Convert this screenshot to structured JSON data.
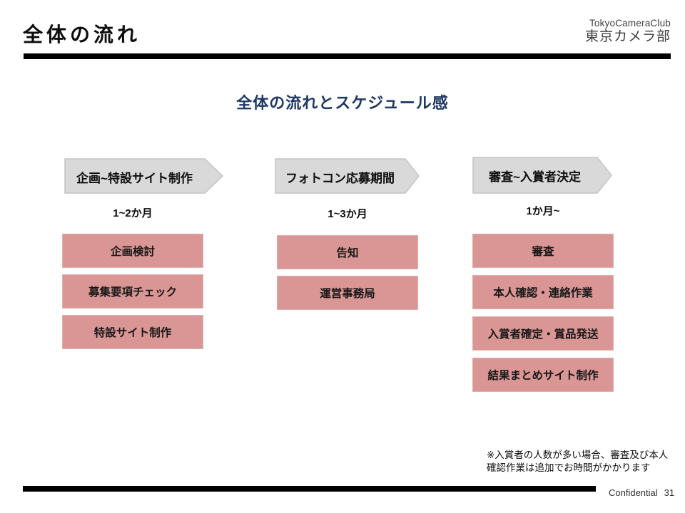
{
  "slide": {
    "title": "全体の流れ",
    "logo": {
      "en": "TokyoCameraClub",
      "jp": "東京カメラ部"
    },
    "subtitle": "全体の流れとスケジュール感",
    "note": "※入賞者の人数が多い場合、審査及び本人\n確認作業は追加でお時間がかかります",
    "footer": {
      "label": "Confidential",
      "page": "31"
    },
    "colors": {
      "step_fill": "#d99694",
      "step_border": "#e3aeac",
      "arrow_fill": "#d9d9d9",
      "arrow_stroke": "#c4c4c4",
      "subtitle_text": "#1f3864",
      "divider": "#000000"
    }
  },
  "columns": [
    {
      "header": "企画~特設サイト制作",
      "duration": "1~2か月",
      "steps": [
        "企画検討",
        "募集要項チェック",
        "特設サイト制作"
      ]
    },
    {
      "header": "フォトコン応募期間",
      "duration": "1~3か月",
      "steps": [
        "告知",
        "運営事務局"
      ]
    },
    {
      "header": "審査~入賞者決定",
      "duration": "1か月~",
      "steps": [
        "審査",
        "本人確認・連絡作業",
        "入賞者確定・賞品発送",
        "結果まとめサイト制作"
      ]
    }
  ]
}
